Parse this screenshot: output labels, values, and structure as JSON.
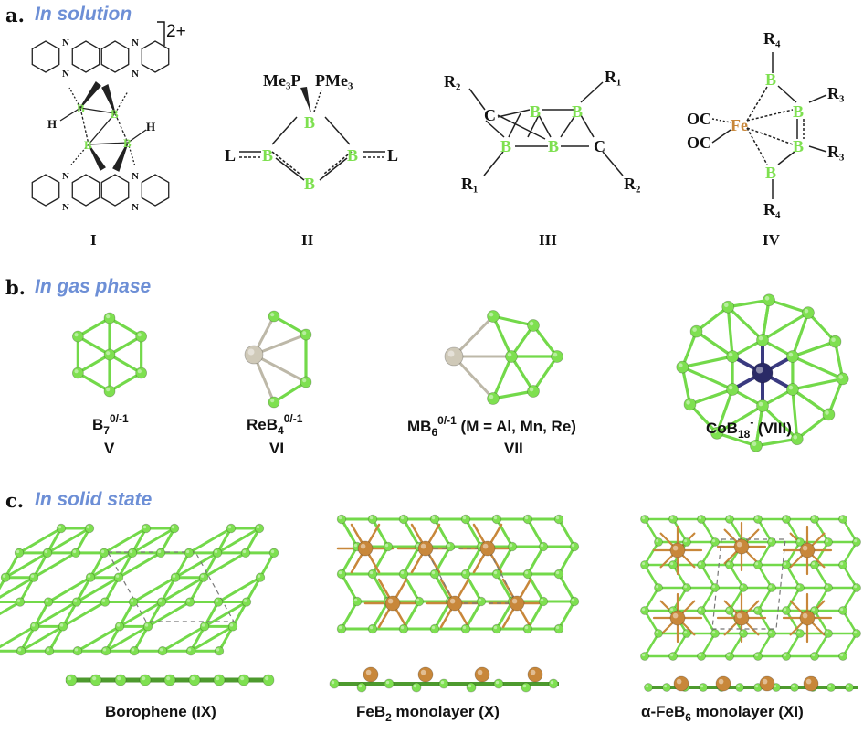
{
  "colors": {
    "boron_green": "#7ee050",
    "bond_green": "#73d94a",
    "iron_orange": "#c8873a",
    "metal_gray": "#cfc9b8",
    "cobalt_navy": "#2a2a66",
    "section_title_blue": "#6d8fd6"
  },
  "panels": {
    "a": {
      "letter": "a.",
      "title": "In solution",
      "structures": {
        "I": {
          "numeral": "I",
          "charge": "2+",
          "h1": "H",
          "h2": "H",
          "n_atom": "N",
          "b_atom": "B"
        },
        "II": {
          "numeral": "II",
          "pme3_left": "Me₃P",
          "pme3_right": "PMe₃",
          "l_left": "L",
          "l_right": "L",
          "b_atom": "B"
        },
        "III": {
          "numeral": "III",
          "r1_top": "R₁",
          "r2_top": "R₂",
          "r1_bottom": "R₁",
          "r2_bottom": "R₂",
          "c_atom": "C",
          "b_atom": "B"
        },
        "IV": {
          "numeral": "IV",
          "fe": "Fe",
          "oc": "OC",
          "r4_top": "R₄",
          "r4_bottom": "R₄",
          "r3_top": "R₃",
          "r3_bottom": "R₃",
          "b_atom": "B"
        }
      }
    },
    "b": {
      "letter": "b.",
      "title": "In gas phase",
      "clusters": [
        {
          "formula_base": "B",
          "formula_sub": "7",
          "formula_sup": "0/-1",
          "formula_tail": "",
          "numeral": "V"
        },
        {
          "formula_base": "ReB",
          "formula_sub": "4",
          "formula_sup": "0/-1",
          "formula_tail": "",
          "numeral": "VI"
        },
        {
          "formula_base": "MB",
          "formula_sub": "6",
          "formula_sup": "0/-1",
          "formula_tail": " (M = Al, Mn, Re)",
          "numeral": "VII"
        },
        {
          "formula_base": "CoB",
          "formula_sub": "18",
          "formula_sup": "-",
          "formula_tail": " (VIII)",
          "numeral": ""
        }
      ]
    },
    "c": {
      "letter": "c.",
      "title": "In solid state",
      "materials": [
        {
          "label_pre": "Borophene (IX)",
          "label_sub": "",
          "label_post": ""
        },
        {
          "label_pre": "FeB",
          "label_sub": "2",
          "label_post": " monolayer (X)"
        },
        {
          "label_pre": "α-FeB",
          "label_sub": "6",
          "label_post": " monolayer (XI)"
        }
      ]
    }
  }
}
